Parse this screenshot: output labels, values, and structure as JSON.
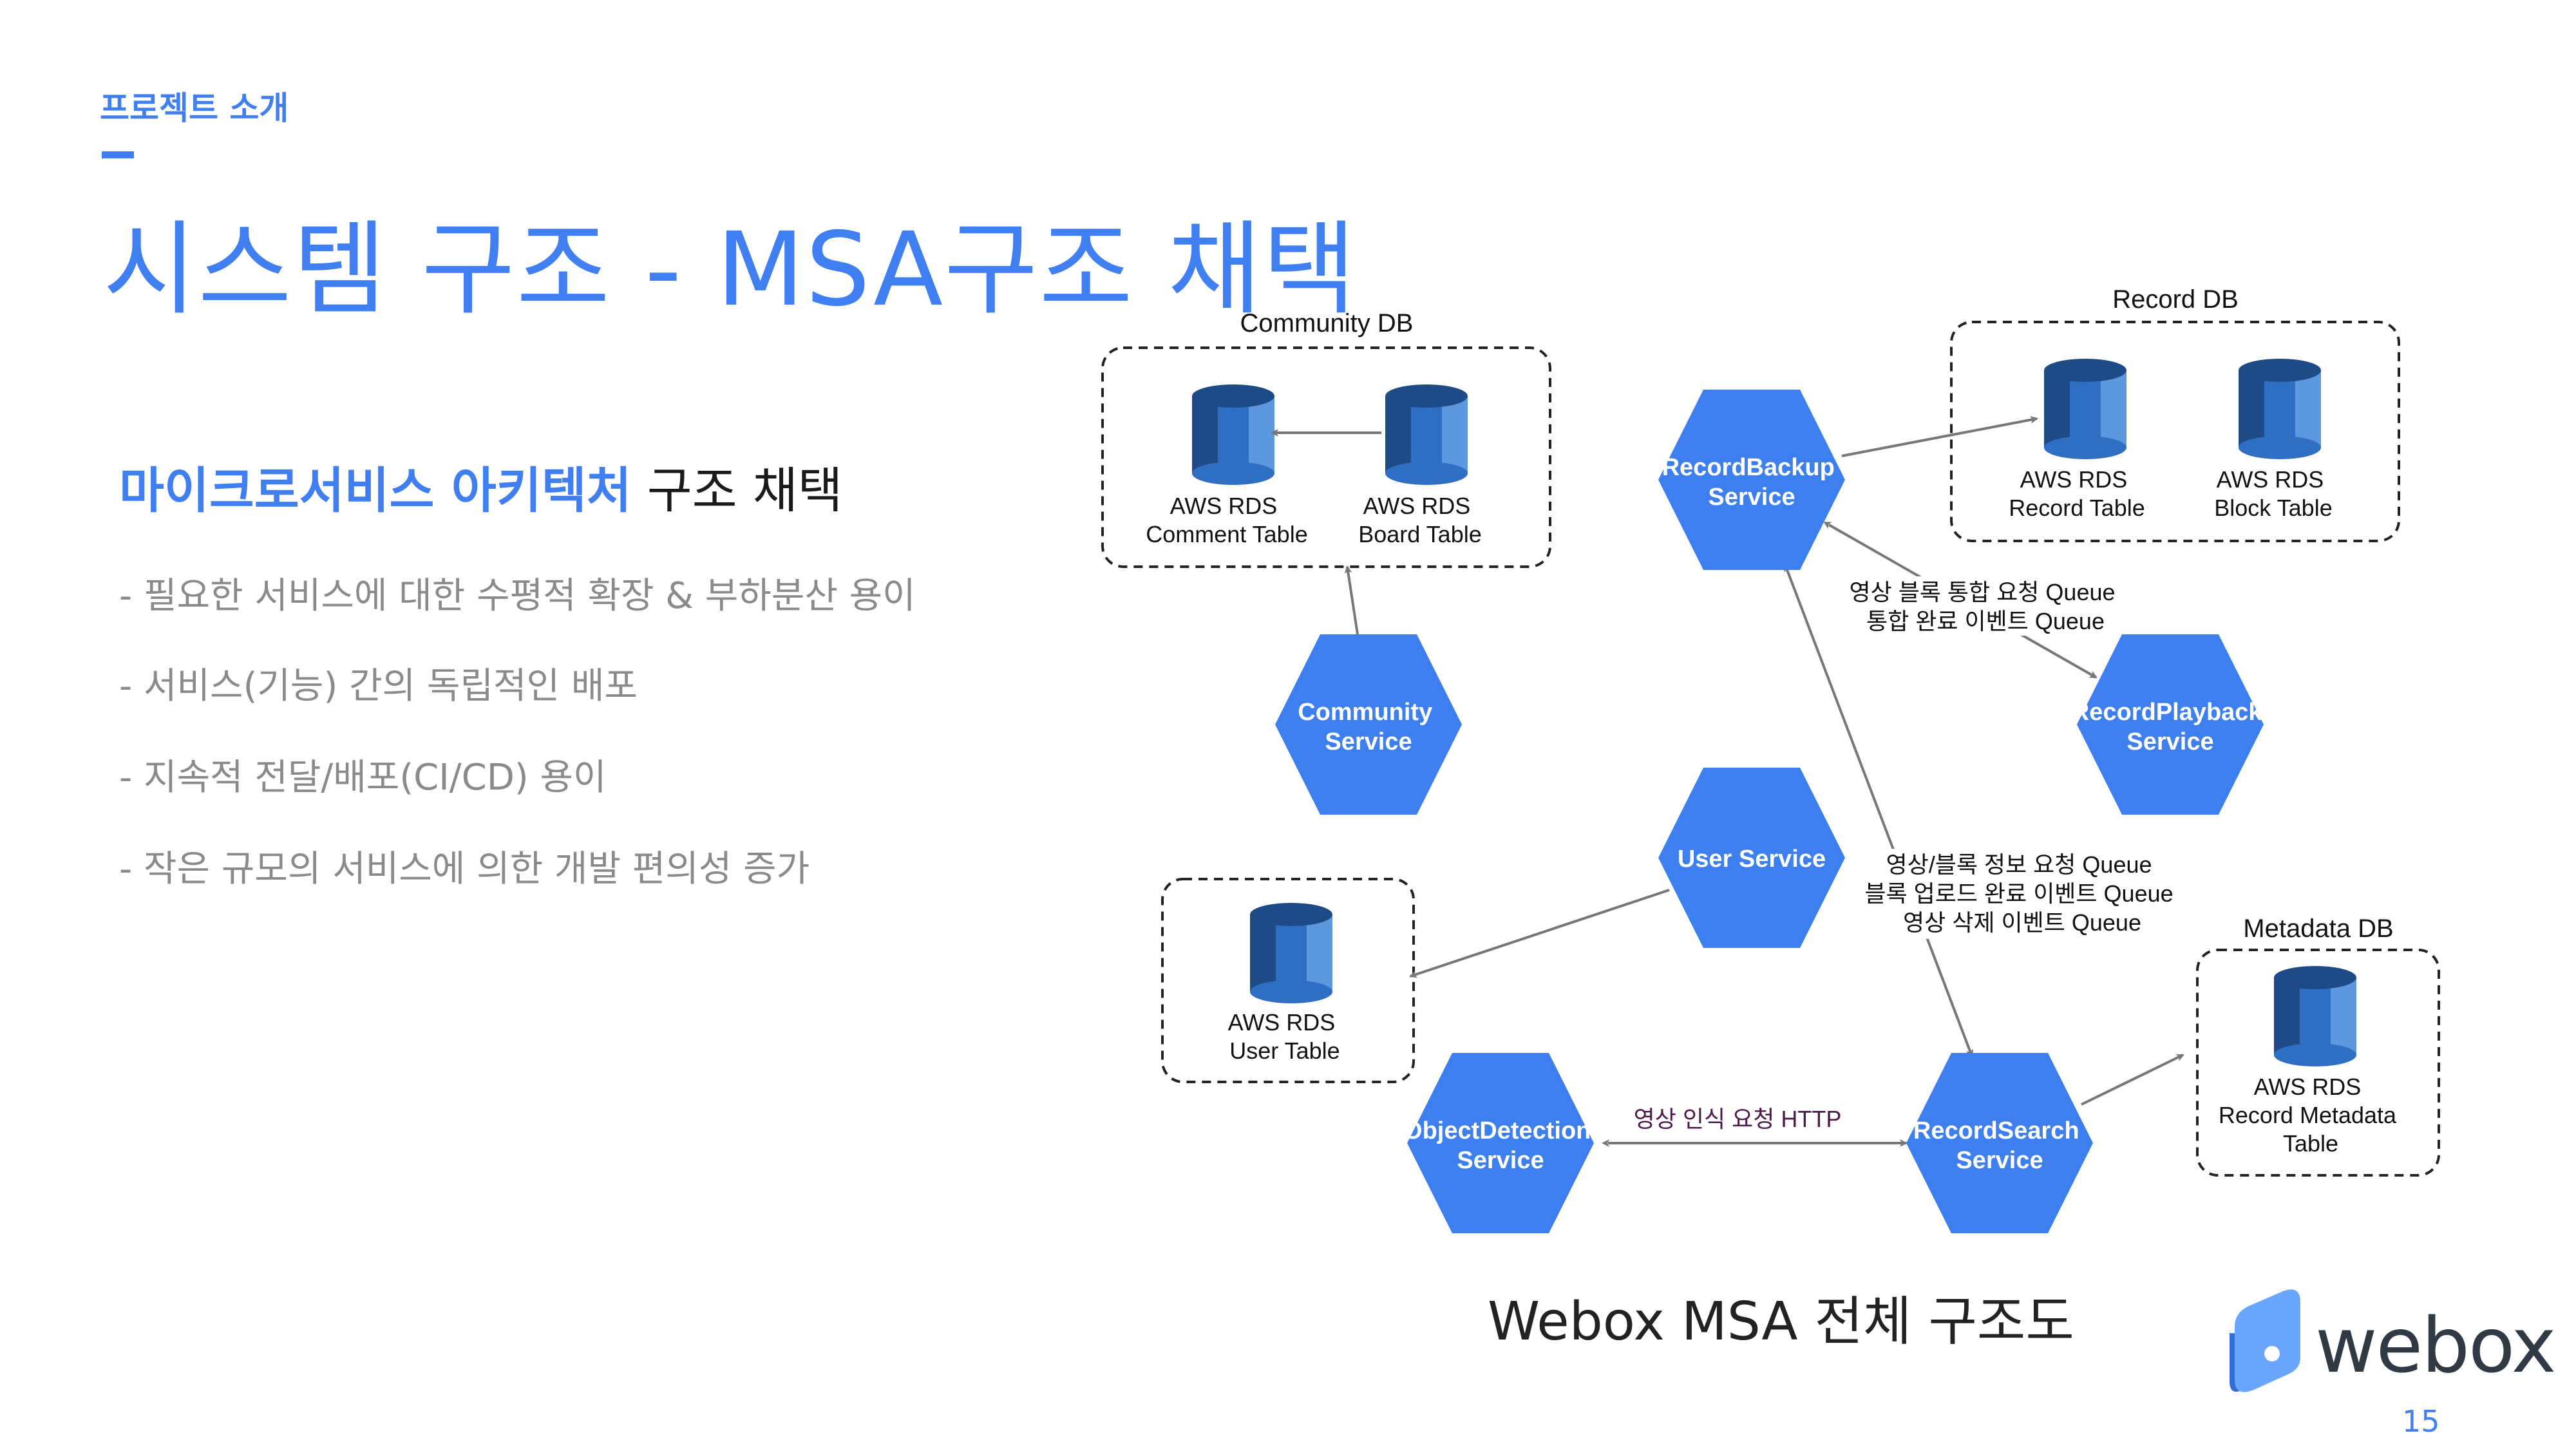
{
  "header": {
    "section_label": "프로젝트 소개",
    "title": "시스템 구조 - MSA구조 채택"
  },
  "left": {
    "subtitle_highlight": "마이크로서비스 아키텍처",
    "subtitle_rest": " 구조 채택",
    "bullets": [
      "- 필요한 서비스에 대한 수평적 확장 & 부하분산 용이",
      "- 서비스(기능) 간의 독립적인 배포",
      "- 지속적 전달/배포(CI/CD) 용이",
      "- 작은 규모의 서비스에 의한 개발 편의성 증가"
    ]
  },
  "diagram": {
    "colors": {
      "service": "#3d7fef",
      "service_text": "#ffffff",
      "db_top": "#1e4a86",
      "db_mid": "#2e6fc4",
      "db_light": "#5d97dd",
      "arrow": "#888888",
      "http_label": "#4a1a4a"
    },
    "groups": {
      "community_db": "Community DB",
      "record_db": "Record DB",
      "metadata_db": "Metadata DB"
    },
    "services": {
      "record_backup": [
        "RecordBackup",
        "Service"
      ],
      "community": [
        "Community",
        "Service"
      ],
      "record_playback": [
        "RecordPlayback",
        "Service"
      ],
      "user": [
        "User Service"
      ],
      "object_detection": [
        "ObjectDetection",
        "Service"
      ],
      "record_search": [
        "RecordSearch",
        "Service"
      ]
    },
    "databases": {
      "comment": [
        "AWS RDS",
        "Comment Table"
      ],
      "board": [
        "AWS RDS",
        "Board Table"
      ],
      "record": [
        "AWS RDS",
        "Record Table"
      ],
      "block": [
        "AWS RDS",
        "Block Table"
      ],
      "user": [
        "AWS RDS",
        "User Table"
      ],
      "metadata": [
        "AWS RDS",
        "Record Metadata",
        "Table"
      ]
    },
    "edge_labels": {
      "playback_queue": [
        "영상 블록 통합 요청 Queue",
        "통합 완료 이벤트 Queue"
      ],
      "search_queue": [
        "영상/블록 정보 요청 Queue",
        "블록 업로드 완료 이벤트 Queue",
        "영상 삭제 이벤트 Queue"
      ],
      "http": "영상 인식 요청 HTTP"
    }
  },
  "caption": "Webox MSA 전체 구조도",
  "logo": {
    "text": "webox"
  },
  "page_number": "15"
}
